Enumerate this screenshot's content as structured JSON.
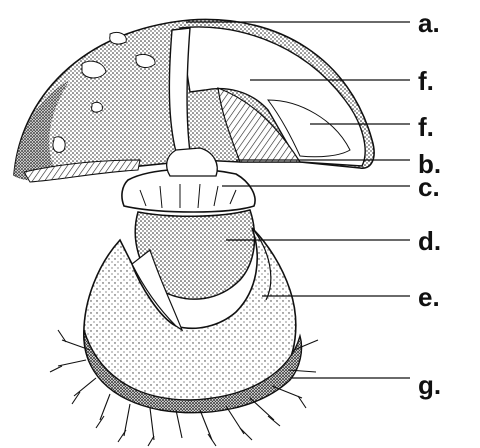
{
  "diagram": {
    "labels": {
      "a": "a.",
      "f1": "f.",
      "f2": "f.",
      "b": "b.",
      "c": "c.",
      "d": "d.",
      "e": "e.",
      "g": "g."
    }
  },
  "colors": {
    "ink": "#111111",
    "background": "#ffffff"
  }
}
